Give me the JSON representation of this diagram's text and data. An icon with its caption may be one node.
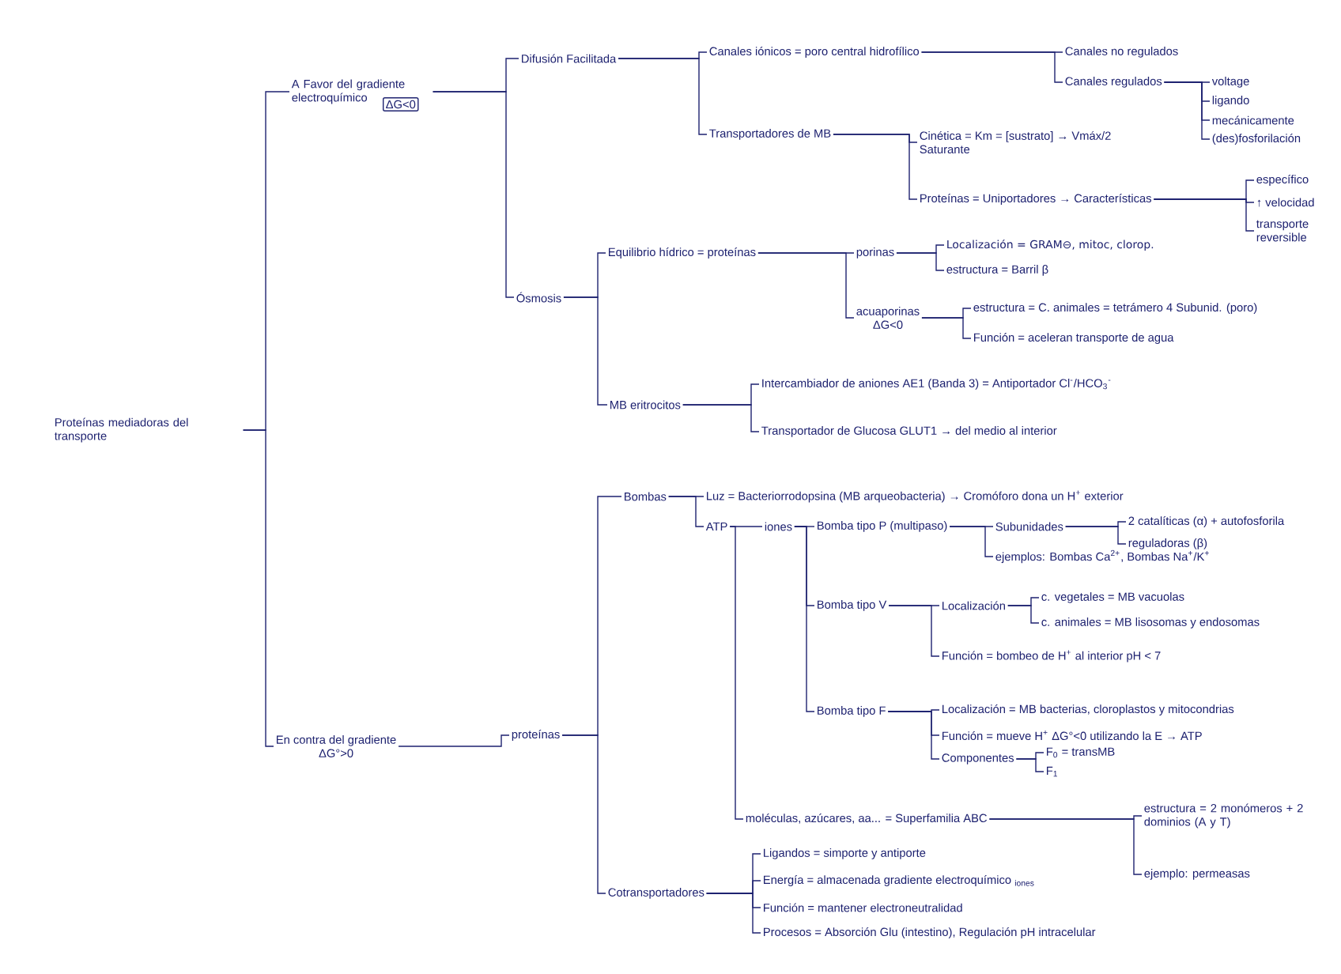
{
  "diagram": {
    "nodes": [
      {
        "text": [
          "Proteínas mediadoras del transporte"
        ]
      },
      {
        "text": [
          "A Favor del gradiente electroquímico"
        ]
      },
      {
        "text": [
          "ΔG<0"
        ]
      },
      {
        "text": [
          "Difusión Facilitada"
        ]
      },
      {
        "text": [
          "Ósmosis"
        ]
      },
      {
        "text": [
          "En contra del gradiente",
          "ΔG°>0"
        ]
      },
      {
        "text": [
          "proteínas"
        ]
      },
      {
        "text": [
          "Canales iónicos = poro central hidrofílico"
        ]
      },
      {
        "text": [
          "Transportadores de MB"
        ]
      },
      {
        "text": [
          "Canales no regulados"
        ]
      },
      {
        "text": [
          "Canales regulados"
        ]
      },
      {
        "text": [
          "voltage"
        ]
      },
      {
        "text": [
          "ligando"
        ]
      },
      {
        "text": [
          "mecánicamente"
        ]
      },
      {
        "text": [
          "(des)fosforilación"
        ]
      },
      {
        "text": [
          "Cinética = Km = [sustrato] → Vmáx/2",
          "Saturante"
        ]
      },
      {
        "text": [
          "Proteínas = Uniportadores → Características"
        ]
      },
      {
        "text": [
          "específico"
        ]
      },
      {
        "text": [
          "↑ velocidad"
        ]
      },
      {
        "text": [
          "transporte reversible"
        ]
      },
      {
        "text": [
          "Equilibrio hídrico = proteínas"
        ]
      },
      {
        "text": [
          "porinas"
        ]
      },
      {
        "text": [
          "acuaporinas",
          "ΔG<0"
        ]
      },
      {
        "text": [
          "Localización = GRAM⊖, mitoc, clorop."
        ]
      },
      {
        "text": [
          "estructura = Barril β"
        ]
      },
      {
        "text": [
          "estructura = C. animales = tetrámero 4 Subunid. (poro)"
        ]
      },
      {
        "text": [
          "Función = aceleran transporte de agua"
        ]
      },
      {
        "text": [
          "MB eritrocitos"
        ]
      },
      {
        "text": [
          "Intercambiador de aniones AE1 (Banda 3) = Antiportador Cl$^{-}$/HCO$_{3}$$^{-}$"
        ]
      },
      {
        "text": [
          "Transportador de Glucosa GLUT1 → del medio al interior"
        ]
      },
      {
        "text": [
          "Bombas"
        ]
      },
      {
        "text": [
          "Cotransportadores"
        ]
      },
      {
        "text": [
          "Luz = Bacteriorrodopsina (MB arqueobacteria) → Cromóforo dona un H$^{+}$ exterior"
        ]
      },
      {
        "text": [
          "ATP"
        ]
      },
      {
        "text": [
          "iones"
        ]
      },
      {
        "text": [
          "moléculas, azúcares, aa... = Superfamilia ABC"
        ]
      },
      {
        "text": [
          "Bomba tipo P (multipaso)"
        ]
      },
      {
        "text": [
          "Bomba tipo V"
        ]
      },
      {
        "text": [
          "Bomba tipo F"
        ]
      },
      {
        "text": [
          "Subunidades"
        ]
      },
      {
        "text": [
          "ejemplos: Bombas Ca$^{2+}$, Bombas Na$^{+}$/K$^{+}$"
        ]
      },
      {
        "text": [
          "2 catalíticas (α) + autofosforila"
        ]
      },
      {
        "text": [
          "reguladoras (β)"
        ]
      },
      {
        "text": [
          "Localización"
        ]
      },
      {
        "text": [
          "c. vegetales = MB vacuolas"
        ]
      },
      {
        "text": [
          "c. animales = MB lisosomas y endosomas"
        ]
      },
      {
        "text": [
          "Función = bombeo de H$^{+}$ al interior pH < 7"
        ]
      },
      {
        "text": [
          "Localización = MB bacterias, cloroplastos y mitocondrias"
        ]
      },
      {
        "text": [
          "Función = mueve H$^{+}$ ΔG°<0 utilizando la E → ATP"
        ]
      },
      {
        "text": [
          "Componentes"
        ]
      },
      {
        "text": [
          "F$_{0}$ = transMB"
        ]
      },
      {
        "text": [
          "F$_{1}$"
        ]
      },
      {
        "text": [
          "estructura = 2 monómeros + 2 dominios (A y T)"
        ]
      },
      {
        "text": [
          "ejemplo: permeasas"
        ]
      },
      {
        "text": [
          "Ligandos = simporte y antiporte"
        ]
      },
      {
        "text": [
          "Energía = almacenada gradiente electroquímico $_{iones}$"
        ]
      },
      {
        "text": [
          "Función = mantener electroneutralidad"
        ]
      },
      {
        "text": [
          "Procesos = Absorción Glu (intestino), Regulación pH intracelular"
        ]
      }
    ],
    "edges": [
      {
        "from": 0,
        "to": 1,
        "arrow": "none"
      },
      {
        "from": 0,
        "to": 5,
        "arrow": "none"
      },
      {
        "from": 1,
        "to": 3,
        "arrow": "none"
      },
      {
        "from": 1,
        "to": 4,
        "arrow": "none"
      },
      {
        "from": 3,
        "to": 7,
        "arrow": "none"
      },
      {
        "from": 3,
        "to": 8,
        "arrow": "none"
      },
      {
        "from": 7,
        "to": 9,
        "arrow": "none"
      },
      {
        "from": 7,
        "to": 10,
        "arrow": "none"
      },
      {
        "from": 10,
        "to": 11,
        "arrow": "none"
      },
      {
        "from": 10,
        "to": 12,
        "arrow": "none"
      },
      {
        "from": 10,
        "to": 13,
        "arrow": "none"
      },
      {
        "from": 10,
        "to": 14,
        "arrow": "none"
      },
      {
        "from": 8,
        "to": 15,
        "arrow": "none"
      },
      {
        "from": 8,
        "to": 16,
        "arrow": "none"
      },
      {
        "from": 16,
        "to": 17,
        "arrow": "none"
      },
      {
        "from": 16,
        "to": 18,
        "arrow": "none"
      },
      {
        "from": 16,
        "to": 19,
        "arrow": "none"
      },
      {
        "from": 4,
        "to": 20,
        "arrow": "none"
      },
      {
        "from": 4,
        "to": 27,
        "arrow": "none"
      },
      {
        "from": 20,
        "to": 21,
        "arrow": "none"
      },
      {
        "from": 20,
        "to": 22,
        "arrow": "none"
      },
      {
        "from": 21,
        "to": 23,
        "arrow": "none"
      },
      {
        "from": 21,
        "to": 24,
        "arrow": "none"
      },
      {
        "from": 22,
        "to": 25,
        "arrow": "none"
      },
      {
        "from": 22,
        "to": 26,
        "arrow": "none"
      },
      {
        "from": 27,
        "to": 28,
        "arrow": "none"
      },
      {
        "from": 27,
        "to": 29,
        "arrow": "none"
      },
      {
        "from": 5,
        "to": 6,
        "arrow": "none"
      },
      {
        "from": 6,
        "to": 30,
        "arrow": "none"
      },
      {
        "from": 6,
        "to": 31,
        "arrow": "none"
      },
      {
        "from": 30,
        "to": 32,
        "arrow": "none"
      },
      {
        "from": 30,
        "to": 33,
        "arrow": "none"
      },
      {
        "from": 33,
        "to": 34,
        "arrow": "none"
      },
      {
        "from": 33,
        "to": 35,
        "arrow": "none"
      },
      {
        "from": 34,
        "to": 36,
        "arrow": "none"
      },
      {
        "from": 34,
        "to": 37,
        "arrow": "none"
      },
      {
        "from": 34,
        "to": 38,
        "arrow": "none"
      },
      {
        "from": 36,
        "to": 39,
        "arrow": "none"
      },
      {
        "from": 36,
        "to": 40,
        "arrow": "none"
      },
      {
        "from": 39,
        "to": 41,
        "arrow": "none"
      },
      {
        "from": 39,
        "to": 42,
        "arrow": "none"
      },
      {
        "from": 37,
        "to": 43,
        "arrow": "none"
      },
      {
        "from": 37,
        "to": 46,
        "arrow": "none"
      },
      {
        "from": 43,
        "to": 44,
        "arrow": "none"
      },
      {
        "from": 43,
        "to": 45,
        "arrow": "none"
      },
      {
        "from": 38,
        "to": 47,
        "arrow": "none"
      },
      {
        "from": 38,
        "to": 48,
        "arrow": "none"
      },
      {
        "from": 38,
        "to": 49,
        "arrow": "none"
      },
      {
        "from": 49,
        "to": 50,
        "arrow": "none"
      },
      {
        "from": 49,
        "to": 51,
        "arrow": "none"
      },
      {
        "from": 35,
        "to": 52,
        "arrow": "none"
      },
      {
        "from": 35,
        "to": 53,
        "arrow": "none"
      },
      {
        "from": 31,
        "to": 54,
        "arrow": "none"
      },
      {
        "from": 31,
        "to": 55,
        "arrow": "none"
      },
      {
        "from": 31,
        "to": 56,
        "arrow": "none"
      },
      {
        "from": 31,
        "to": 57,
        "arrow": "none"
      }
    ]
  }
}
